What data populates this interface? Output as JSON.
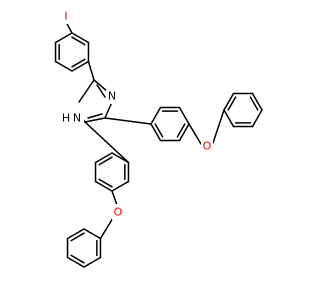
{
  "atoms": {
    "iodine": "I",
    "nitrogen": "N",
    "nh": "H",
    "oxygen_right": "O",
    "oxygen_bottom": "O"
  },
  "colors": {
    "bond": "#000000",
    "iodine": "#9400d3",
    "oxygen": "#ff0000",
    "nitrogen": "#000000"
  }
}
